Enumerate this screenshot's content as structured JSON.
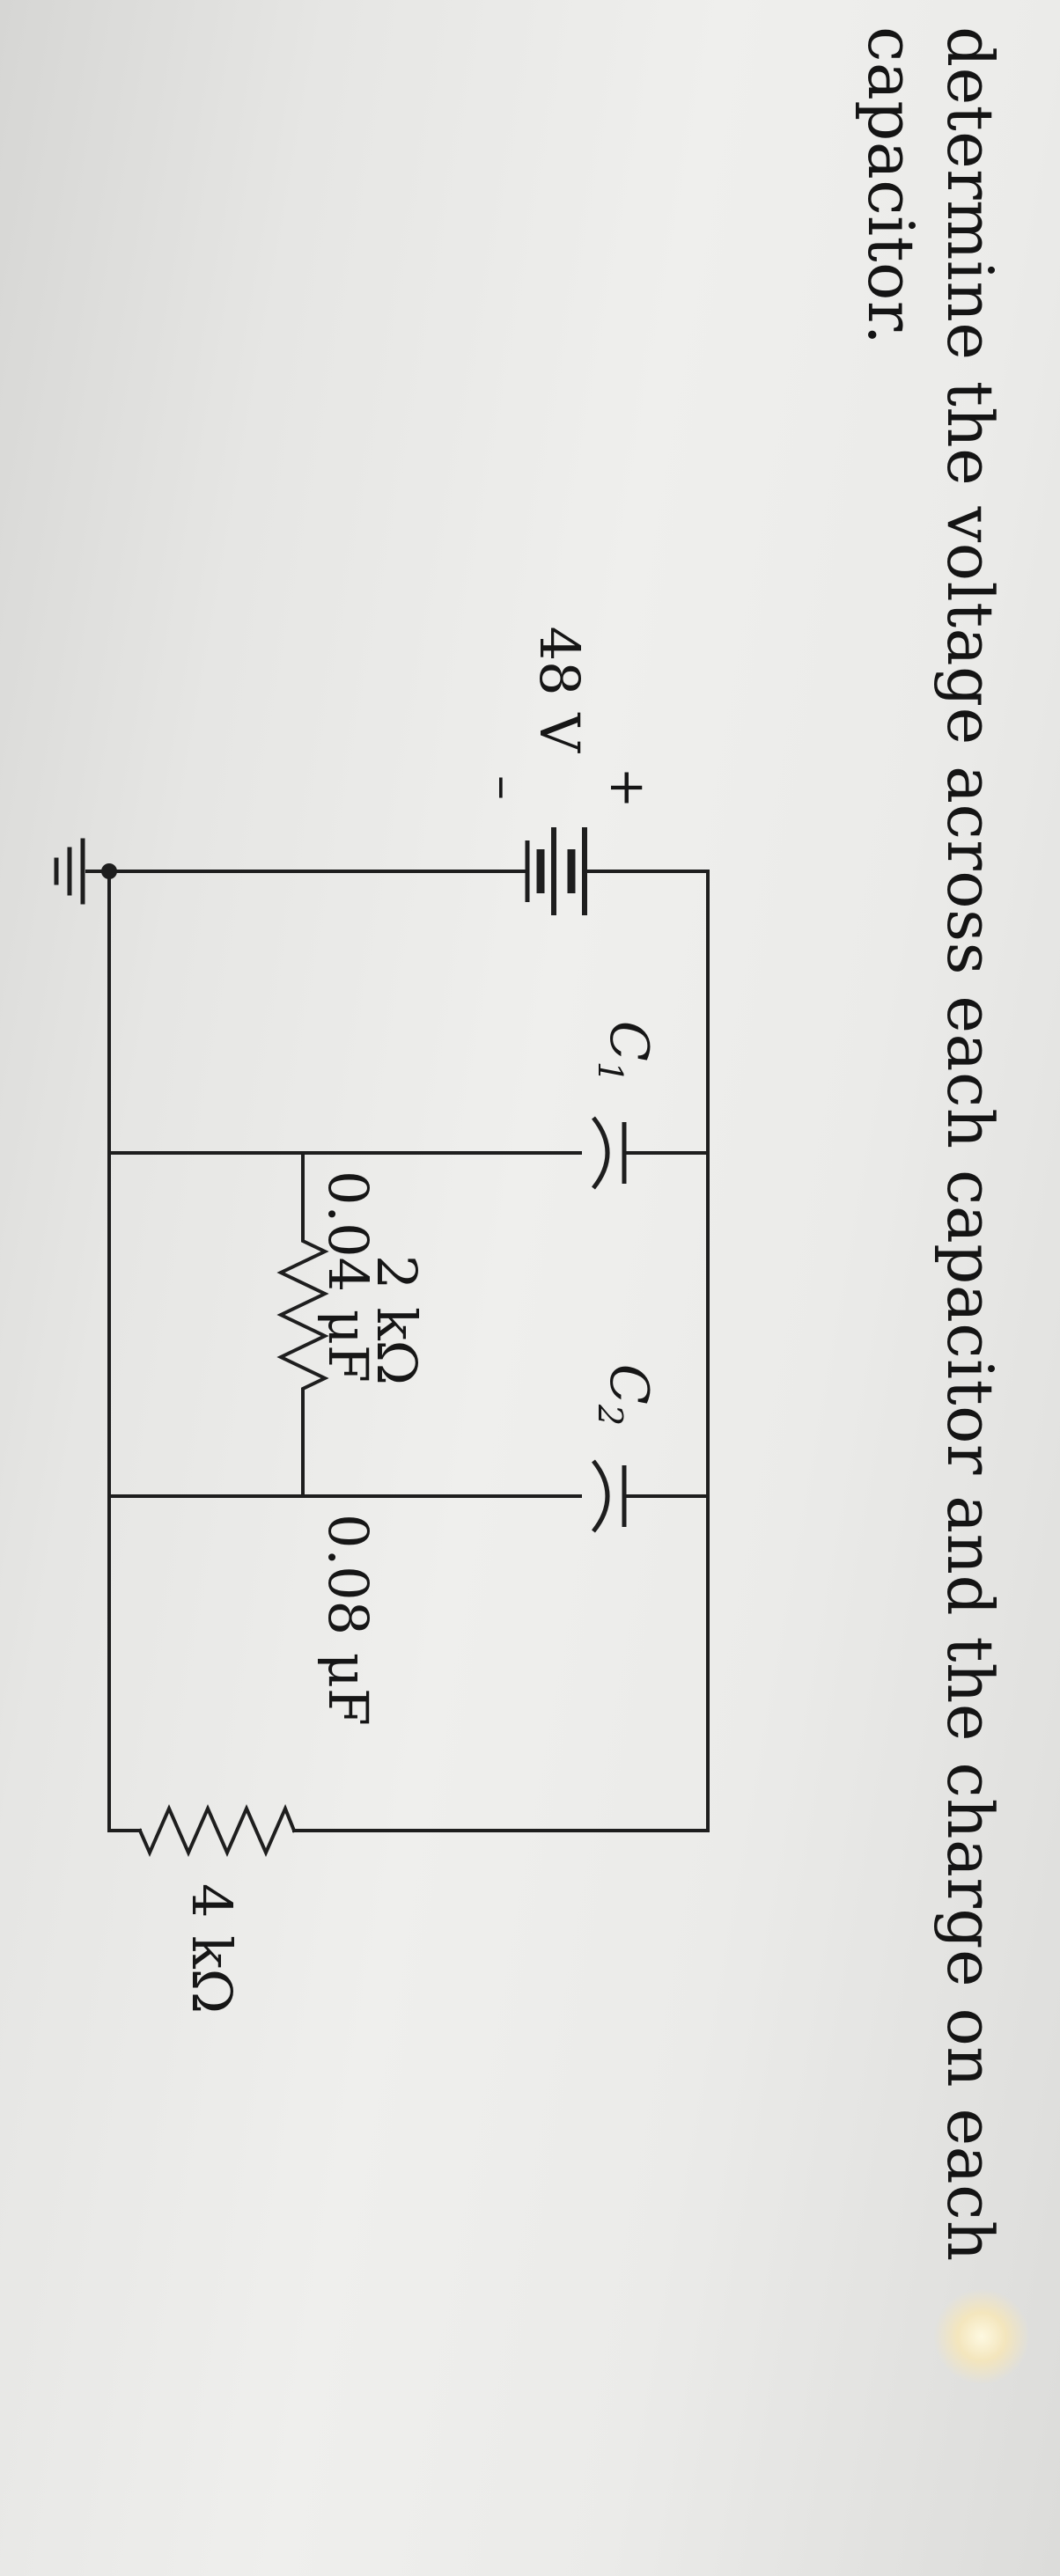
{
  "problem": {
    "line1": "determine the voltage across each capacitor and the charge on each",
    "line2": "capacitor."
  },
  "circuit": {
    "source": {
      "value": "48 V",
      "plus": "+",
      "minus": "–"
    },
    "r1": {
      "value": "2 kΩ"
    },
    "r2": {
      "value": "4 kΩ"
    },
    "c1": {
      "name": "C",
      "sub": "1",
      "value": "0.04 μF"
    },
    "c2": {
      "name": "C",
      "sub": "2",
      "value": "0.08 μF"
    }
  }
}
